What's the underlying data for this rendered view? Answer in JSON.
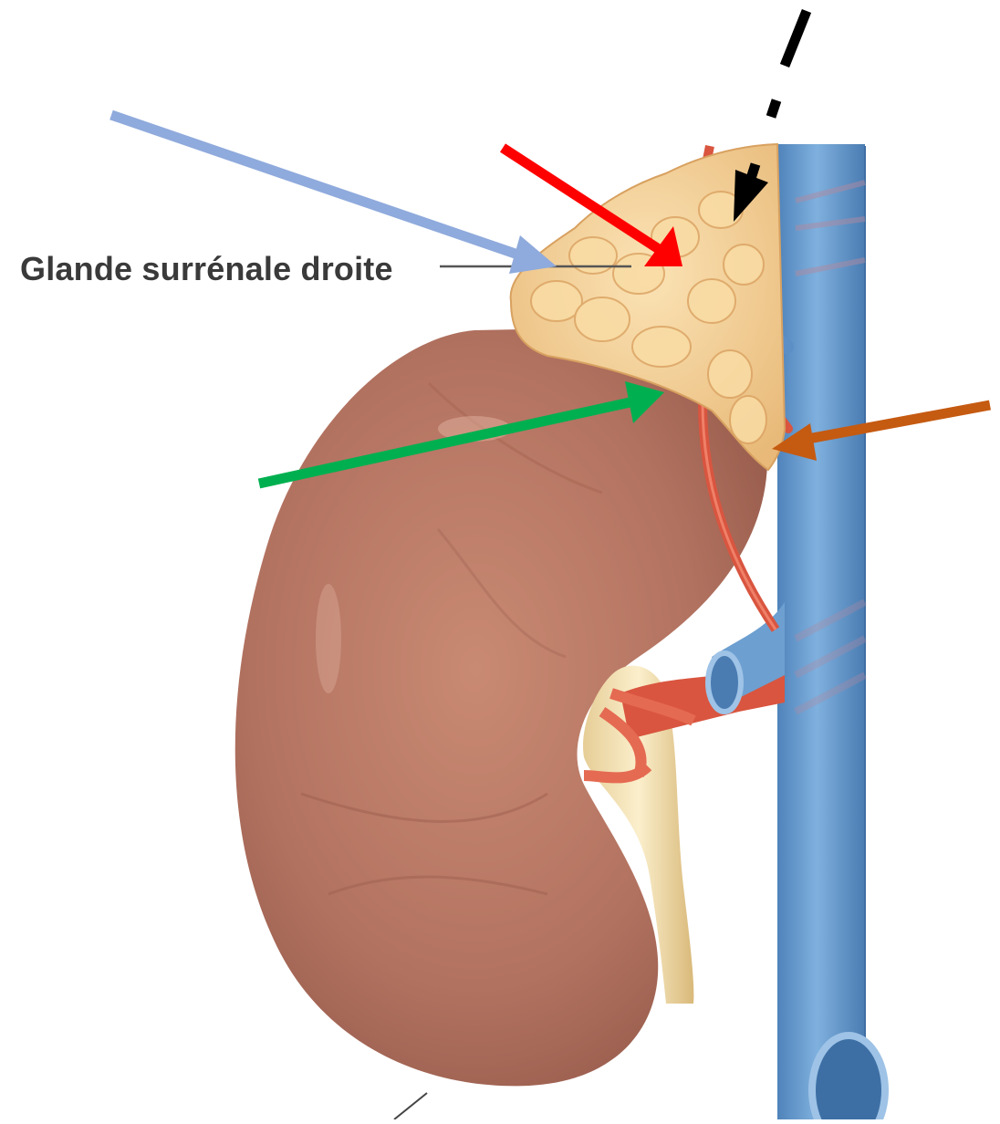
{
  "label": {
    "text": "Glande surrénale droite"
  },
  "figure": {
    "organs": [
      "kidney",
      "adrenal-gland",
      "inferior-vena-cava",
      "renal-vein",
      "renal-artery",
      "ureter"
    ],
    "arrow_colors": {
      "blue": "#8faadc",
      "red": "#ff0000",
      "black": "#000000",
      "green": "#00b050",
      "orange": "#c55a11"
    },
    "palette": {
      "kidney": "#b77762",
      "adrenal": "#f2cf96",
      "vein": "#6d9fd1",
      "artery": "#d9553f",
      "ureter": "#f1dfb2"
    }
  }
}
